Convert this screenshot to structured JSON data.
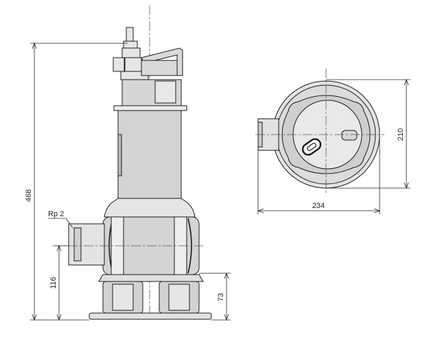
{
  "side_view": {
    "height_label": "468",
    "inlet_height_label": "116",
    "base_height_label": "73",
    "port_label": "Rp 2"
  },
  "top_view": {
    "width_label": "234",
    "depth_label": "210"
  }
}
